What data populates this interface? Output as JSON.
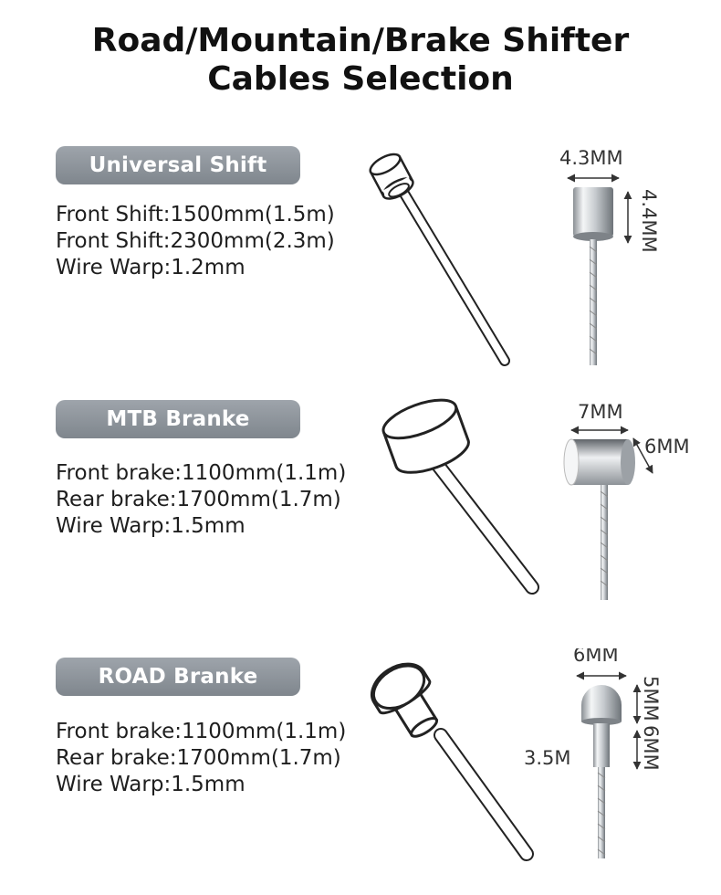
{
  "title": {
    "line1": "Road/Mountain/Brake Shifter",
    "line2": "Cables Selection"
  },
  "sections": [
    {
      "label": "Universal Shift",
      "specs": [
        "Front Shift:1500mm(1.5m)",
        "Front Shift:2300mm(2.3m)",
        "Wire Warp:1.2mm"
      ],
      "dims": {
        "width": "4.3MM",
        "height": "4.4MM"
      }
    },
    {
      "label": "MTB Branke",
      "specs": [
        "Front brake:1100mm(1.1m)",
        "Rear brake:1700mm(1.7m)",
        "Wire Warp:1.5mm"
      ],
      "dims": {
        "width": "7MM",
        "depth": "6MM"
      }
    },
    {
      "label": "ROAD Branke",
      "specs": [
        "Front brake:1100mm(1.1m)",
        "Rear brake:1700mm(1.7m)",
        "Wire Warp:1.5mm"
      ],
      "dims": {
        "width": "6MM",
        "head_height": "5MM",
        "neck_height": "6MM",
        "neck_width": "3.5M"
      }
    }
  ]
}
